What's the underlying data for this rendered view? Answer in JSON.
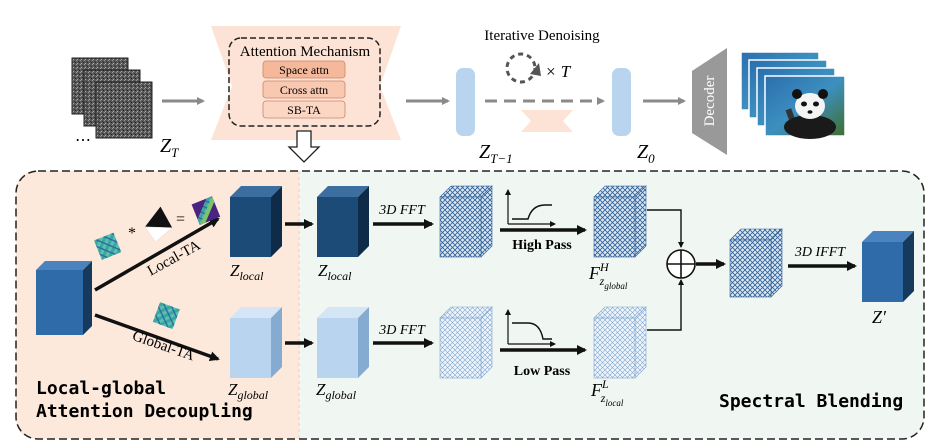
{
  "top": {
    "attention": {
      "title": "Attention Mechanism",
      "items": [
        "Space attn",
        "Cross attn",
        "SB-TA"
      ]
    },
    "iterative_label": "Iterative Denoising",
    "times_t": "× T",
    "z_t": "Z",
    "z_t_sub": "T",
    "z_t1": "Z",
    "z_t1_sub": "T−1",
    "z_0": "Z",
    "z_0_sub": "0",
    "decoder": "Decoder",
    "ellipsis": "⋯"
  },
  "bottom": {
    "left_title_line1": "Local-global",
    "left_title_line2": "Attention Decoupling",
    "right_title": "Spectral Blending",
    "local_ta": "Local-TA",
    "global_ta": "Global-TA",
    "star": "*",
    "equals": "=",
    "z_local": "Z",
    "z_local_sub": "local",
    "z_global": "Z",
    "z_global_sub": "global",
    "fft": "3D FFT",
    "ifft": "3D IFFT",
    "high_pass": "High Pass",
    "low_pass": "Low Pass",
    "f_high": "F",
    "f_high_sup": "H",
    "f_high_sub": "z",
    "f_high_subsub": "global",
    "f_low": "F",
    "f_low_sup": "L",
    "f_low_sub": "z",
    "f_low_subsub": "local",
    "z_prime": "Z′",
    "plus": "+"
  },
  "colors": {
    "dark_blue": "#1f4e79",
    "light_blue": "#b8d4ee",
    "peach": "#fde3d6",
    "green_bg": "#f0f6f1",
    "attn_item": "#f6b89a",
    "arrow": "#8a8a8a",
    "decoder": "#999999"
  }
}
